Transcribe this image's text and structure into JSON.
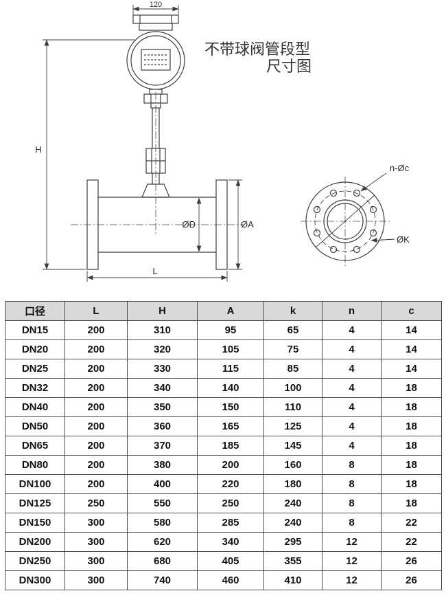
{
  "drawing": {
    "title_line1": "不带球阀管段型",
    "title_line2": "尺寸图",
    "dims": {
      "top_width": "120",
      "height": "H",
      "inner_dia": "ØD",
      "flange_dia": "ØA",
      "length": "L"
    },
    "flange_view": {
      "holes_label": "n-Øc",
      "bolt_circle_label": "ØK"
    }
  },
  "table": {
    "headers": [
      "口径",
      "L",
      "H",
      "A",
      "k",
      "n",
      "c"
    ],
    "rows": [
      [
        "DN15",
        "200",
        "310",
        "95",
        "65",
        "4",
        "14"
      ],
      [
        "DN20",
        "200",
        "320",
        "105",
        "75",
        "4",
        "14"
      ],
      [
        "DN25",
        "200",
        "330",
        "115",
        "85",
        "4",
        "14"
      ],
      [
        "DN32",
        "200",
        "340",
        "140",
        "100",
        "4",
        "18"
      ],
      [
        "DN40",
        "200",
        "350",
        "150",
        "110",
        "4",
        "18"
      ],
      [
        "DN50",
        "200",
        "360",
        "165",
        "125",
        "4",
        "18"
      ],
      [
        "DN65",
        "200",
        "370",
        "185",
        "145",
        "4",
        "18"
      ],
      [
        "DN80",
        "200",
        "380",
        "200",
        "160",
        "8",
        "18"
      ],
      [
        "DN100",
        "200",
        "400",
        "220",
        "180",
        "8",
        "18"
      ],
      [
        "DN125",
        "250",
        "550",
        "250",
        "240",
        "8",
        "18"
      ],
      [
        "DN150",
        "300",
        "580",
        "285",
        "240",
        "8",
        "22"
      ],
      [
        "DN200",
        "300",
        "620",
        "340",
        "295",
        "12",
        "22"
      ],
      [
        "DN250",
        "300",
        "680",
        "405",
        "355",
        "12",
        "26"
      ],
      [
        "DN300",
        "300",
        "740",
        "460",
        "410",
        "12",
        "26"
      ]
    ]
  }
}
